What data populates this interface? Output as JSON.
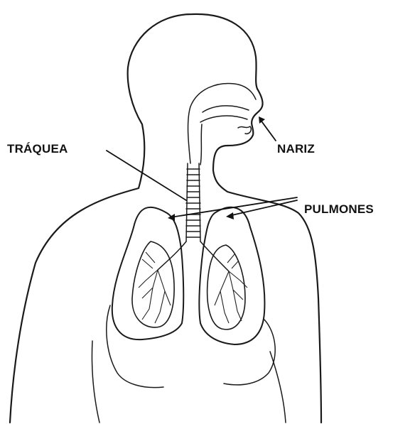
{
  "labels": {
    "traquea": "TRÁQUEA",
    "nariz": "NARIZ",
    "pulmones": "PULMONES"
  },
  "colors": {
    "line": "#1a1a1a",
    "background": "#ffffff"
  }
}
